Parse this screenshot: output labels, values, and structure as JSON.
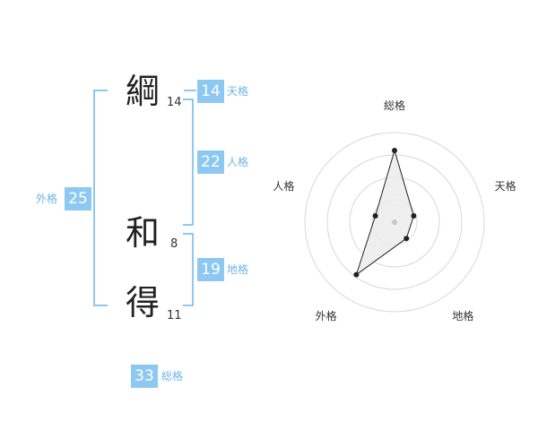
{
  "name": {
    "chars": [
      {
        "char": "綱",
        "strokes": "14"
      },
      {
        "char": "和",
        "strokes": "8"
      },
      {
        "char": "得",
        "strokes": "11"
      }
    ]
  },
  "scores": {
    "tenkaku": {
      "value": "14",
      "label": "天格"
    },
    "jinkaku": {
      "value": "22",
      "label": "人格"
    },
    "chikaku": {
      "value": "19",
      "label": "地格"
    },
    "gaikaku": {
      "value": "25",
      "label": "外格"
    },
    "soukaku": {
      "value": "33",
      "label": "総格"
    }
  },
  "radar": {
    "axes": [
      "総格",
      "天格",
      "地格",
      "外格",
      "人格"
    ],
    "levels": 4,
    "values": [
      3.2,
      0.9,
      0.9,
      2.9,
      0.9
    ],
    "max": 4,
    "colors": {
      "fill": "#ececec",
      "stroke": "#222222",
      "grid": "#d8d8d8",
      "center": "#c8c8c8"
    }
  }
}
